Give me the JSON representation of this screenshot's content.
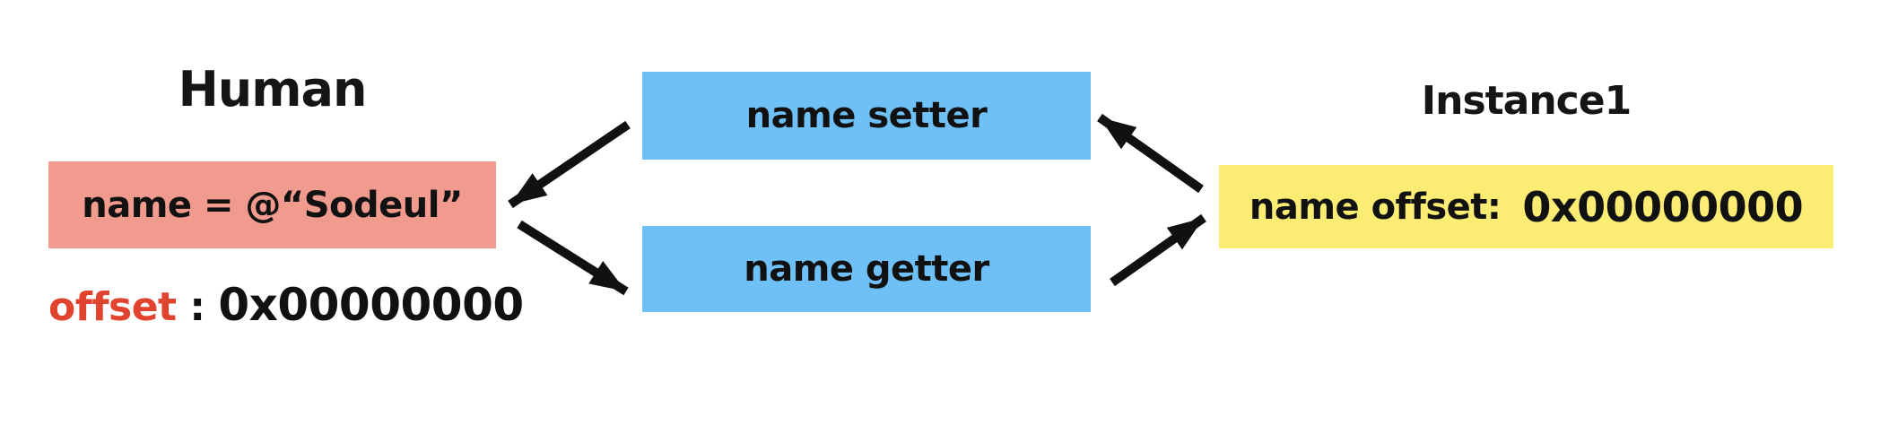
{
  "colors": {
    "background": "#ffffff",
    "human_box_bg": "#F19A8E",
    "accessor_box_bg": "#6EC0F6",
    "instance_box_bg": "#FBEC74",
    "offset_label_red": "#E0442F",
    "arrow_black": "#111111",
    "text_black": "#151515"
  },
  "human": {
    "title": "Human",
    "property_box_text": "name = @“Sodeul”",
    "offset_label": "offset",
    "offset_separator": " : ",
    "offset_value": "0x00000000"
  },
  "accessors": {
    "setter_label": "name setter",
    "getter_label": "name getter"
  },
  "instance": {
    "title": "Instance1",
    "property_label": "name offset:",
    "property_value": "0x00000000"
  },
  "arrows": [
    {
      "name": "setter-to-human-box",
      "from": "name setter",
      "to": "Human name box"
    },
    {
      "name": "human-box-to-getter",
      "from": "Human name box",
      "to": "name getter"
    },
    {
      "name": "instance-box-to-setter",
      "from": "Instance1 offset box",
      "to": "name setter"
    },
    {
      "name": "getter-to-instance-box",
      "from": "name getter",
      "to": "Instance1 offset box"
    }
  ]
}
